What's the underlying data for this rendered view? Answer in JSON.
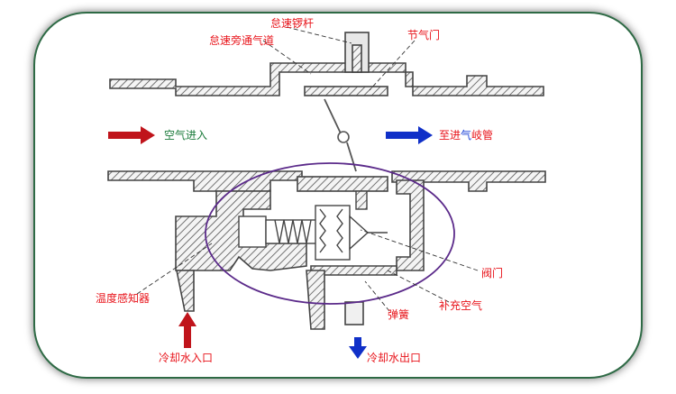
{
  "labels": {
    "idle_rod": "怠速锣杆",
    "idle_bypass": "怠速旁通气道",
    "throttle": "节气门",
    "air_in": "空气进入",
    "to_manifold_prefix": "至进",
    "to_manifold_qi": "气",
    "to_manifold_suffix": "岐管",
    "temp_sensor": "温度感知器",
    "valve": "阀门",
    "supplement_air": "补充空气",
    "spring": "弹簧",
    "coolant_in": "冷却水入口",
    "coolant_out": "冷却水出口"
  },
  "colors": {
    "label_red": "#e8141b",
    "label_green": "#1a7a3a",
    "label_blue": "#1a3fd6",
    "arrow_red": "#c0141b",
    "arrow_blue": "#1030c8",
    "ellipse": "#5b2a8a",
    "frame": "#3b6f4a",
    "drawing": "#444444"
  }
}
